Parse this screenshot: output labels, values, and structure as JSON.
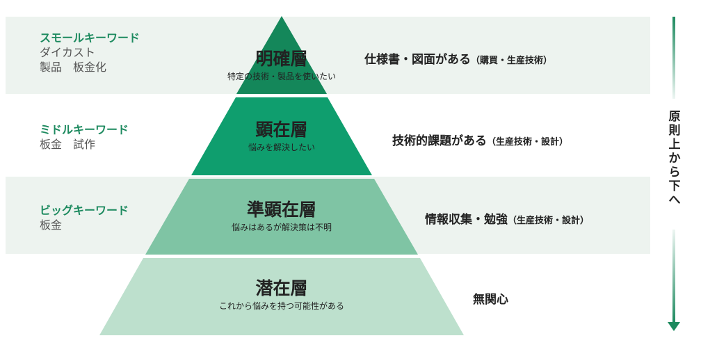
{
  "bands": [
    {
      "keywords_title": "スモールキーワード",
      "keywords": [
        "ダイカスト",
        "製品　板金化"
      ]
    },
    {
      "keywords_title": "ミドルキーワード",
      "keywords": [
        "板金　試作"
      ]
    },
    {
      "keywords_title": "ビッグキーワード",
      "keywords": [
        "板金"
      ]
    }
  ],
  "layers": [
    {
      "name": "明確層",
      "desc": "特定の技術・製品を使いたい",
      "need": "仕様書・図面がある",
      "need_sub": "（購買・生産技術）",
      "color": "#14875a"
    },
    {
      "name": "顕在層",
      "desc": "悩みを解決したい",
      "need": "技術的課題がある",
      "need_sub": "（生産技術・設計）",
      "color": "#0f9e6e"
    },
    {
      "name": "準顕在層",
      "desc": "悩みはあるが解決策は不明",
      "need": "情報収集・勉強",
      "need_sub": "（生産技術・設計）",
      "color": "#7fc4a4"
    },
    {
      "name": "潜在層",
      "desc": "これから悩みを持つ可能性がある",
      "need": "無関心",
      "need_sub": "",
      "color": "#bde0cd"
    }
  ],
  "arrow": {
    "label": [
      "原",
      "則",
      "上",
      "か",
      "ら",
      "下",
      "へ"
    ],
    "color": "#1d8a5f"
  }
}
